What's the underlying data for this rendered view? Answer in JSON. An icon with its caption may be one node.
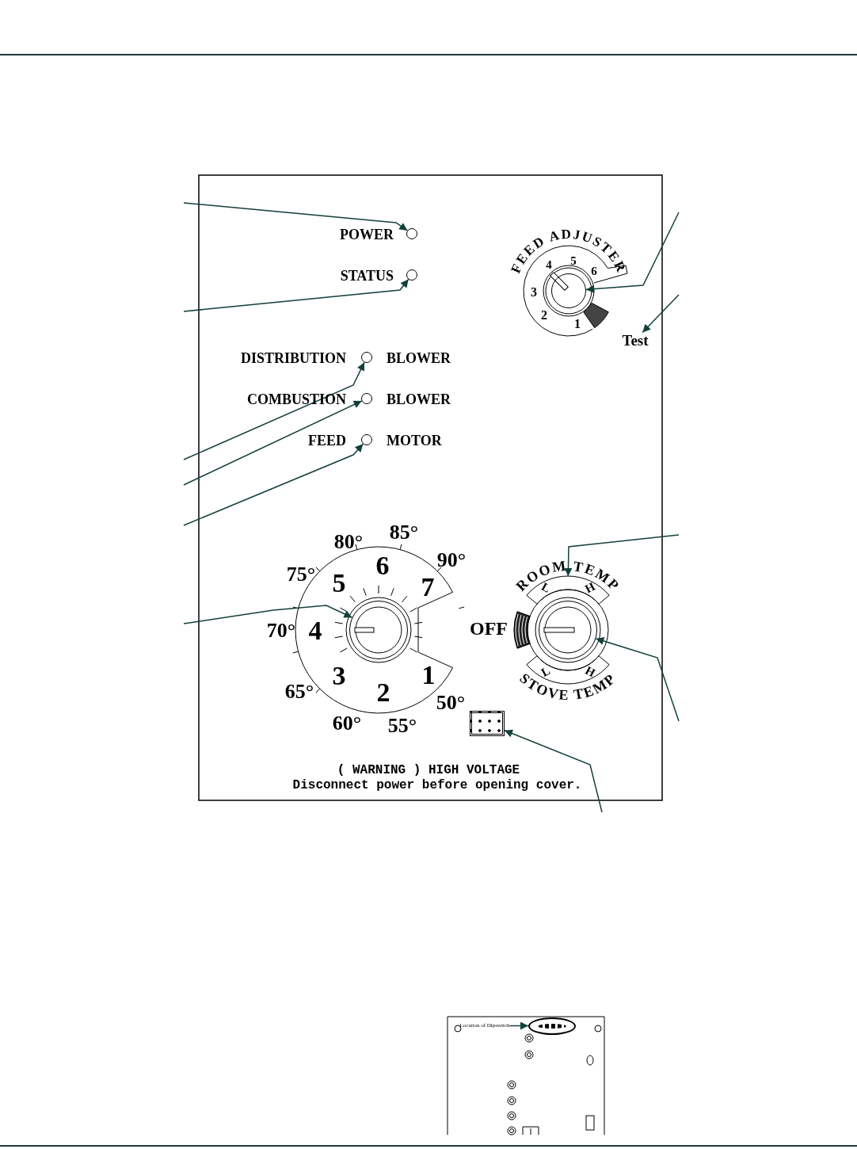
{
  "diagram": {
    "nodes": [
      {
        "text": [],
        "shape": "circle",
        "beside": [
          "POWER"
        ]
      },
      {
        "text": [],
        "shape": "circle",
        "beside": [
          "STATUS"
        ]
      },
      {
        "text": [],
        "shape": "circle"
      },
      {
        "text": [
          "Test"
        ]
      },
      {
        "text": [],
        "shape": "circle",
        "beside": [
          "DISTRIBUTION",
          "BLOWER"
        ]
      },
      {
        "text": [],
        "shape": "circle",
        "beside": [
          "COMBUSTION",
          "BLOWER"
        ]
      },
      {
        "text": [],
        "shape": "circle",
        "beside": [
          "FEED",
          "MOTOR"
        ]
      },
      {
        "text": [],
        "shape": "band"
      },
      {
        "text": [],
        "shape": "circle"
      },
      {
        "text": [],
        "shape": "circle"
      },
      {
        "text": [],
        "shape": "box"
      },
      {
        "text": [
          "Location of Dipswitch"
        ]
      },
      {
        "text": [],
        "shape": "box"
      }
    ],
    "edges": [
      {
        "from": null,
        "to": 0,
        "arrow": "to"
      },
      {
        "from": null,
        "to": 1,
        "arrow": "to"
      },
      {
        "from": null,
        "to": 2,
        "arrow": "to"
      },
      {
        "from": null,
        "to": 3,
        "arrow": "to"
      },
      {
        "from": null,
        "to": 4,
        "arrow": "to"
      },
      {
        "from": null,
        "to": 5,
        "arrow": "to"
      },
      {
        "from": null,
        "to": 6,
        "arrow": "to"
      },
      {
        "from": null,
        "to": 7,
        "arrow": "to"
      },
      {
        "from": null,
        "to": 8,
        "arrow": "to"
      },
      {
        "from": null,
        "to": 9,
        "arrow": "to"
      },
      {
        "from": null,
        "to": 10,
        "arrow": "to"
      },
      {
        "from": 11,
        "to": 12,
        "arrow": "to"
      }
    ],
    "labels": [
      "FEED ADJUSTER",
      "5",
      "4",
      "6",
      "3",
      "2",
      "1",
      "85°",
      "80°",
      "90°",
      "75°",
      "6",
      "5",
      "7",
      "ROOM TEMP",
      "L",
      "H",
      "70°",
      "4",
      "OFF",
      "L",
      "H",
      "3",
      "1",
      "65°",
      "2",
      "50°",
      "STOVE TEMP",
      "60°",
      "55°",
      "( WARNING ) HIGH VOLTAGE",
      "Disconnect power before opening cover."
    ]
  }
}
